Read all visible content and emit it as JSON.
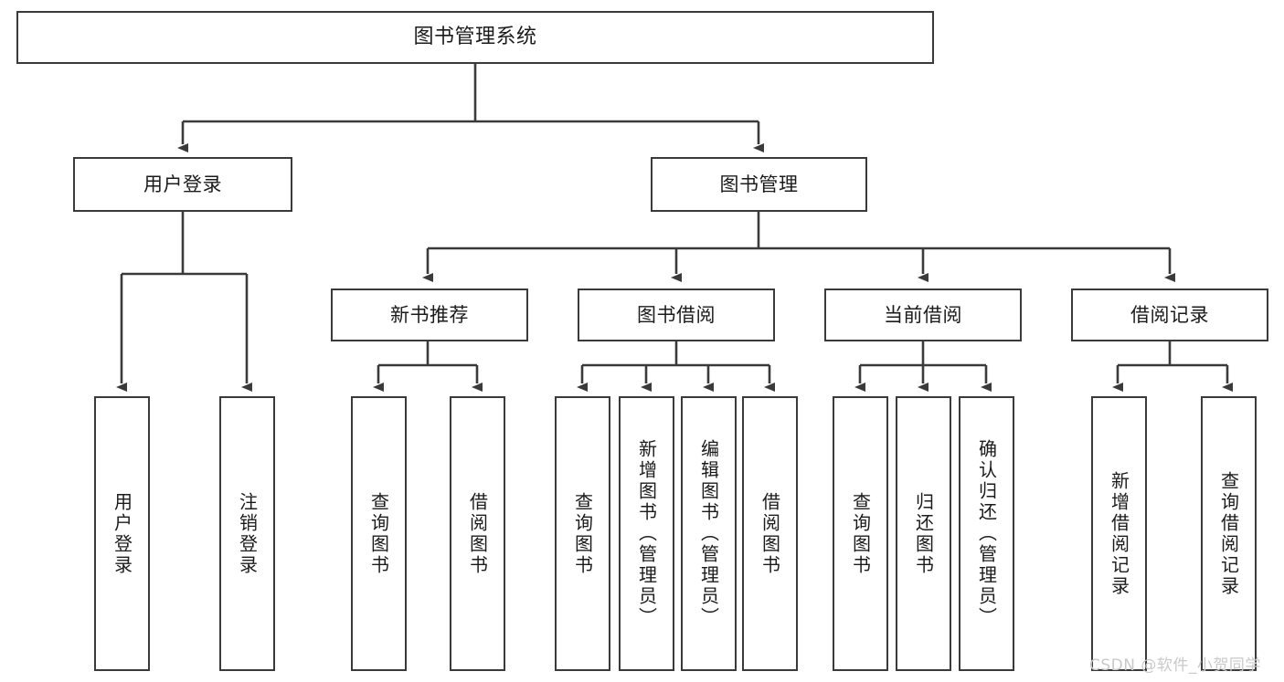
{
  "diagram": {
    "type": "tree",
    "title": "图书管理系统",
    "watermark": "CSDN @软件_小贺同学",
    "colors": {
      "box_border": "#3a3a3a",
      "box_fill": "#ffffff",
      "line": "#3a3a3a",
      "text": "#1b1b1b",
      "watermark": "#c9c9c9"
    },
    "levels": {
      "level1": [
        {
          "id": "root",
          "label": "图书管理系统"
        }
      ],
      "level2": [
        {
          "id": "user-login",
          "label": "用户登录"
        },
        {
          "id": "book-manage",
          "label": "图书管理"
        }
      ],
      "level3": [
        {
          "id": "new-book-recommend",
          "label": "新书推荐",
          "parent": "book-manage"
        },
        {
          "id": "book-borrow",
          "label": "图书借阅",
          "parent": "book-manage"
        },
        {
          "id": "current-borrow",
          "label": "当前借阅",
          "parent": "book-manage"
        },
        {
          "id": "borrow-record",
          "label": "借阅记录",
          "parent": "book-manage"
        }
      ],
      "leaves": [
        {
          "id": "leaf-user-login",
          "label": "用户登录",
          "parent": "user-login"
        },
        {
          "id": "leaf-user-logout",
          "label": "注销登录",
          "parent": "user-login"
        },
        {
          "id": "leaf-query-book-1",
          "label": "查询图书",
          "parent": "new-book-recommend"
        },
        {
          "id": "leaf-borrow-book-1",
          "label": "借阅图书",
          "parent": "new-book-recommend"
        },
        {
          "id": "leaf-query-book-2",
          "label": "查询图书",
          "parent": "book-borrow"
        },
        {
          "id": "leaf-add-book",
          "label": "新增图书（管理员）",
          "parent": "book-borrow"
        },
        {
          "id": "leaf-edit-book",
          "label": "编辑图书（管理员）",
          "parent": "book-borrow"
        },
        {
          "id": "leaf-borrow-book-2",
          "label": "借阅图书",
          "parent": "book-borrow"
        },
        {
          "id": "leaf-query-book-3",
          "label": "查询图书",
          "parent": "current-borrow"
        },
        {
          "id": "leaf-return-book",
          "label": "归还图书",
          "parent": "current-borrow"
        },
        {
          "id": "leaf-confirm-return",
          "label": "确认归还（管理员）",
          "parent": "current-borrow"
        },
        {
          "id": "leaf-add-record",
          "label": "新增借阅记录",
          "parent": "borrow-record"
        },
        {
          "id": "leaf-query-record",
          "label": "查询借阅记录",
          "parent": "borrow-record"
        }
      ]
    }
  }
}
